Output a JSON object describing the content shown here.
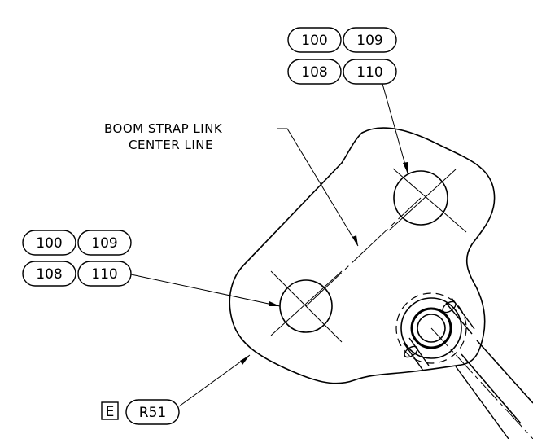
{
  "note": {
    "line1": "BOOM STRAP LINK",
    "line2": "CENTER LINE"
  },
  "callouts_upper": {
    "row1": [
      "100",
      "109"
    ],
    "row2": [
      "108",
      "110"
    ]
  },
  "callouts_left": {
    "row1": [
      "100",
      "109"
    ],
    "row2": [
      "108",
      "110"
    ]
  },
  "datum_flag": "E",
  "radius_callout": "R51",
  "colors": {
    "line": "#000000",
    "background": "#ffffff"
  }
}
